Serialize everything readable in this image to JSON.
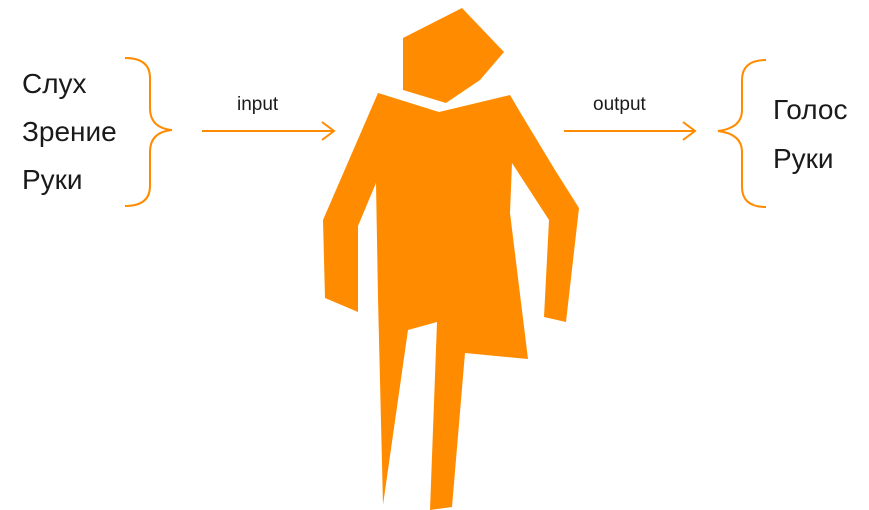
{
  "inputs": [
    "Слух",
    "Зрение",
    "Руки"
  ],
  "outputs": [
    "Голос",
    "Руки"
  ],
  "input_label": "input",
  "output_label": "output",
  "colors": {
    "accent": "#FF8C00",
    "text": "#1a1a1a",
    "background": "#ffffff"
  }
}
